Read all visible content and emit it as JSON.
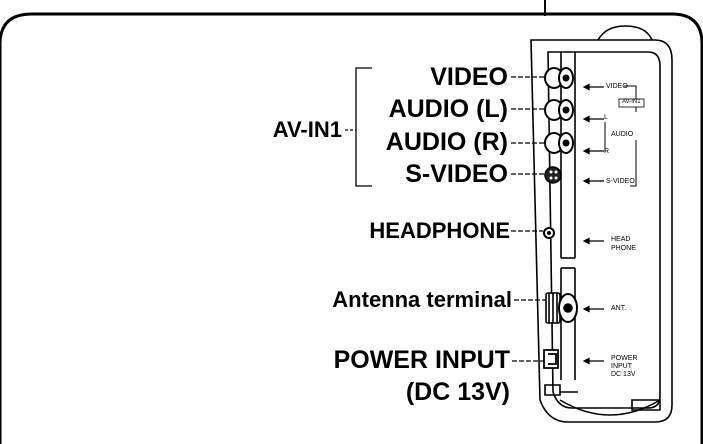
{
  "group": {
    "label": "AV-IN1"
  },
  "callouts": {
    "video": "VIDEO",
    "audio_l": "AUDIO (L)",
    "audio_r": "AUDIO (R)",
    "s_video": "S-VIDEO",
    "headphone": "HEADPHONE",
    "antenna": "Antenna terminal",
    "power_line1": "POWER INPUT",
    "power_line2": "(DC 13V)"
  },
  "panel_labels": {
    "video": "VIDEO",
    "av_in": "AV-IN1",
    "l": "L",
    "audio": "AUDIO",
    "r": "R",
    "s_video": "S-VIDEO",
    "head": "HEAD",
    "phone": "PHONE",
    "ant": "ANT.",
    "power": "POWER",
    "input": "INPUT",
    "dc": "DC 13V"
  }
}
